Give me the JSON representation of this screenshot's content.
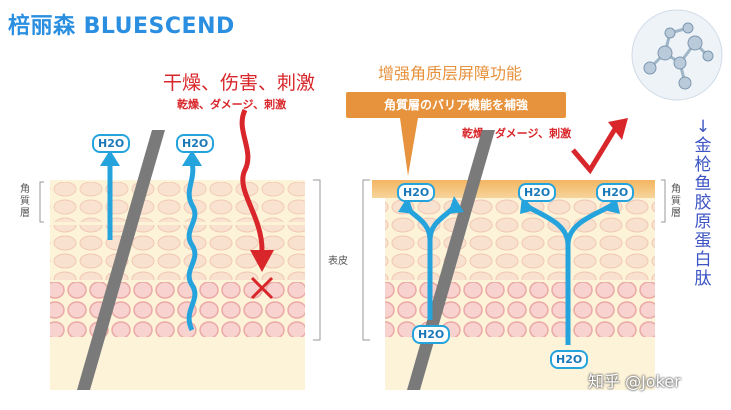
{
  "title": "棓丽森 BLUESCEND",
  "left_panel": {
    "heading": "干燥、伤害、刺激",
    "subheading": "乾燥、ダメージ、刺激",
    "stratum_label": "角質層",
    "h2o_labels": [
      "H2O",
      "H2O"
    ]
  },
  "middle_label": "表皮",
  "right_panel": {
    "heading": "增强角质层屏障功能",
    "banner": "角質層のバリア機能を補強",
    "subheading": "乾燥、ダメージ、刺激",
    "stratum_label": "角質層",
    "h2o_labels": [
      "H2O",
      "H2O",
      "H2O",
      "H2O",
      "H2O"
    ]
  },
  "vertical_label": "↓金枪鱼胶原蛋白肽",
  "watermark": "知乎 @Joker",
  "colors": {
    "title": "#2a8fe0",
    "red": "#d8262a",
    "orange": "#e7923c",
    "water": "#25a3dc",
    "vertical_label": "#3d55c4"
  },
  "icons": [
    "water-arrow",
    "red-damage-arrow",
    "x-mark",
    "molecule-image"
  ]
}
